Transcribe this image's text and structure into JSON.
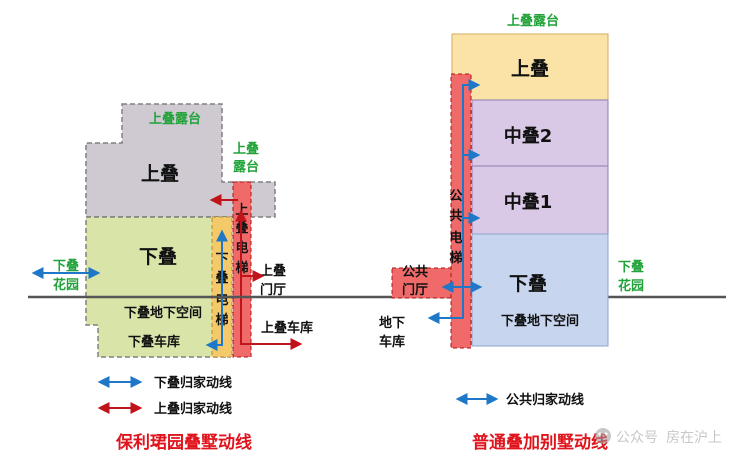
{
  "left": {
    "top_terrace": "上叠露台",
    "side_terrace_l1": "上叠",
    "side_terrace_l2": "露台",
    "upper": "上叠",
    "lower": "下叠",
    "basement": "下叠地下空间",
    "garage": "下叠车库",
    "garden_l1": "下叠",
    "garden_l2": "花园",
    "lower_elev": [
      "下",
      "叠",
      "电",
      "梯"
    ],
    "upper_elev": [
      "上",
      "叠",
      "电",
      "梯"
    ],
    "upper_hall_l1": "上叠",
    "upper_hall_l2": "门厅",
    "upper_garage": "上叠车库",
    "caption": "保利珺园叠墅动线"
  },
  "right": {
    "top_terrace": "上叠露台",
    "upper": "上叠",
    "middle2": "中叠2",
    "middle1": "中叠1",
    "lower": "下叠",
    "basement": "下叠地下空间",
    "garden_l1": "下叠",
    "garden_l2": "花园",
    "public_elev": [
      "公",
      "共",
      "电",
      "梯"
    ],
    "public_hall_l1": "公共",
    "public_hall_l2": "门厅",
    "garage_l1": "地下",
    "garage_l2": "车库",
    "caption": "普通叠加别墅动线"
  },
  "legend": {
    "lower_route": "下叠归家动线",
    "upper_route": "上叠归家动线",
    "public_route": "公共归家动线"
  },
  "watermark": {
    "text1": "公众号",
    "text2": "房在沪上"
  },
  "colors": {
    "blue_route": "#1f77c8",
    "red_route": "#c0141c",
    "green_label": "#22a33a",
    "red_caption": "#e0141c"
  }
}
